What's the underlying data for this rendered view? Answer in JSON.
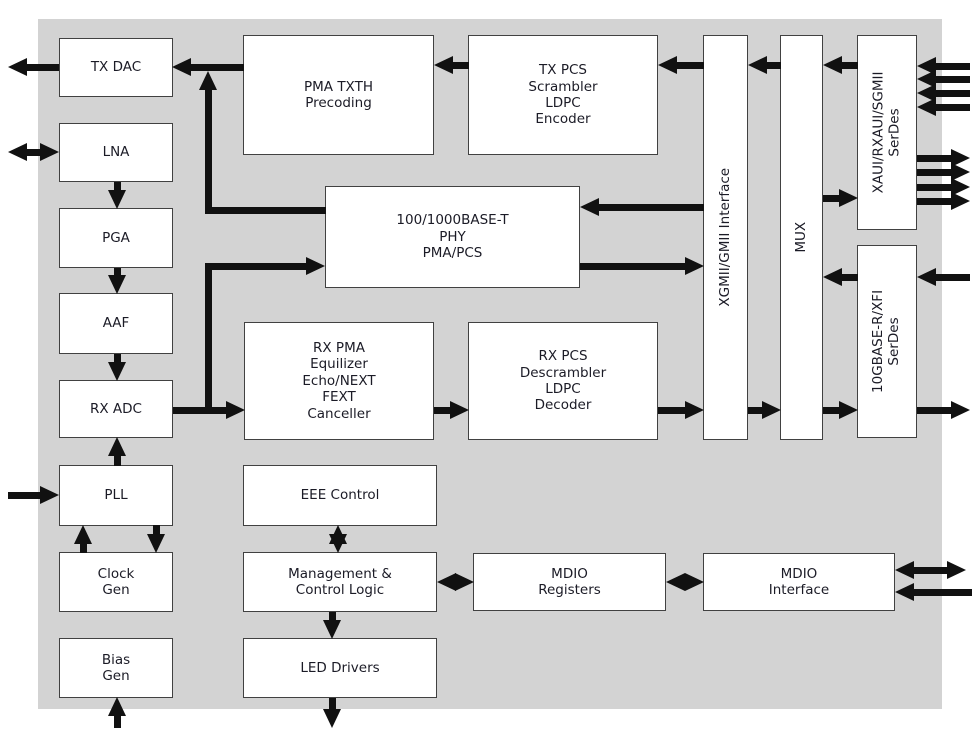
{
  "diagram": {
    "colors": {
      "panel_background": "#d3d3d3",
      "block_fill": "#ffffff",
      "block_border": "#414141",
      "arrow": "#111111",
      "text": "#1b1b26"
    },
    "blocks": [
      {
        "id": "tx-dac",
        "lines": [
          "TX DAC"
        ]
      },
      {
        "id": "lna",
        "lines": [
          "LNA"
        ]
      },
      {
        "id": "pga",
        "lines": [
          "PGA"
        ]
      },
      {
        "id": "aaf",
        "lines": [
          "AAF"
        ]
      },
      {
        "id": "rx-adc",
        "lines": [
          "RX ADC"
        ]
      },
      {
        "id": "pll",
        "lines": [
          "PLL"
        ]
      },
      {
        "id": "clock-gen",
        "lines": [
          "Clock",
          "Gen"
        ]
      },
      {
        "id": "bias-gen",
        "lines": [
          "Bias",
          "Gen"
        ]
      },
      {
        "id": "pma-txth",
        "lines": [
          "PMA TXTH",
          "Precoding"
        ]
      },
      {
        "id": "tx-pcs",
        "lines": [
          "TX PCS",
          "Scrambler",
          "LDPC",
          "Encoder"
        ]
      },
      {
        "id": "phy",
        "lines": [
          "100/1000BASE-T",
          "PHY",
          "PMA/PCS"
        ]
      },
      {
        "id": "rx-pma",
        "lines": [
          "RX PMA",
          "Equilizer",
          "Echo/NEXT",
          "FEXT",
          "Canceller"
        ]
      },
      {
        "id": "rx-pcs",
        "lines": [
          "RX PCS",
          "Descrambler",
          "LDPC",
          "Decoder"
        ]
      },
      {
        "id": "eee-control",
        "lines": [
          "EEE Control"
        ]
      },
      {
        "id": "management",
        "lines": [
          "Management &",
          "Control Logic"
        ]
      },
      {
        "id": "led-drivers",
        "lines": [
          "LED Drivers"
        ]
      },
      {
        "id": "mdio-registers",
        "lines": [
          "MDIO",
          "Registers"
        ]
      },
      {
        "id": "mdio-interface",
        "lines": [
          "MDIO",
          "Interface"
        ]
      },
      {
        "id": "xgmii-interface",
        "lines": [
          "XGMII/GMII Interface"
        ]
      },
      {
        "id": "mux",
        "lines": [
          "MUX"
        ]
      },
      {
        "id": "xaui-serdes",
        "lines": [
          "XAUI/RXAUI/SGMII",
          "SerDes"
        ]
      },
      {
        "id": "xfi-serdes",
        "lines": [
          "10GBASE-R/XFI",
          "SerDes"
        ]
      }
    ]
  }
}
